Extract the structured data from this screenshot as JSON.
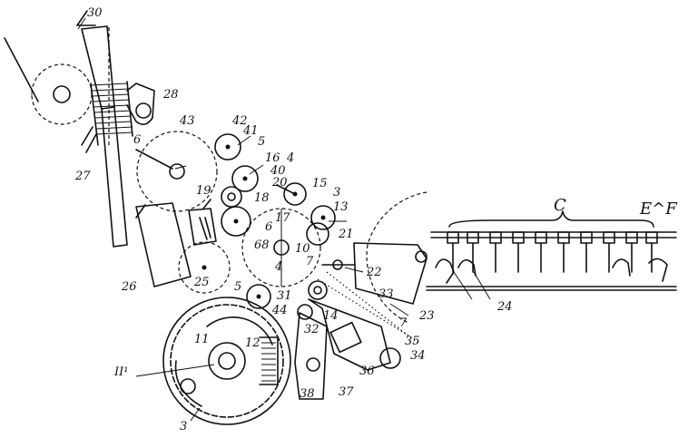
{
  "labels": {
    "l30": "30",
    "l28": "28",
    "l43": "43",
    "l42": "42",
    "l41": "41",
    "l5a": "5",
    "l6a": "6",
    "l16": "16",
    "l4a": "4",
    "l40": "40",
    "l20": "20",
    "l15": "15",
    "l3a": "3",
    "l13": "13",
    "l19": "19",
    "l18": "18",
    "l27": "27",
    "l17": "17",
    "l6b": "6",
    "l68": "68",
    "l10": "10",
    "l4b": "4",
    "l7a": "7",
    "l21": "21",
    "l22": "22",
    "l25": "25",
    "l26": "26",
    "l5b": "5",
    "l31": "31",
    "l44": "44",
    "l33": "33",
    "l14": "14",
    "l32": "32",
    "l7b": "7",
    "l23": "23",
    "l35": "35",
    "l34": "34",
    "l36": "36",
    "l37": "37",
    "l38": "38",
    "l11": "11",
    "l12": "12",
    "lII1": "II¹",
    "l3b": "3",
    "lC": "C",
    "lEF": "E^F",
    "l24": "24"
  }
}
